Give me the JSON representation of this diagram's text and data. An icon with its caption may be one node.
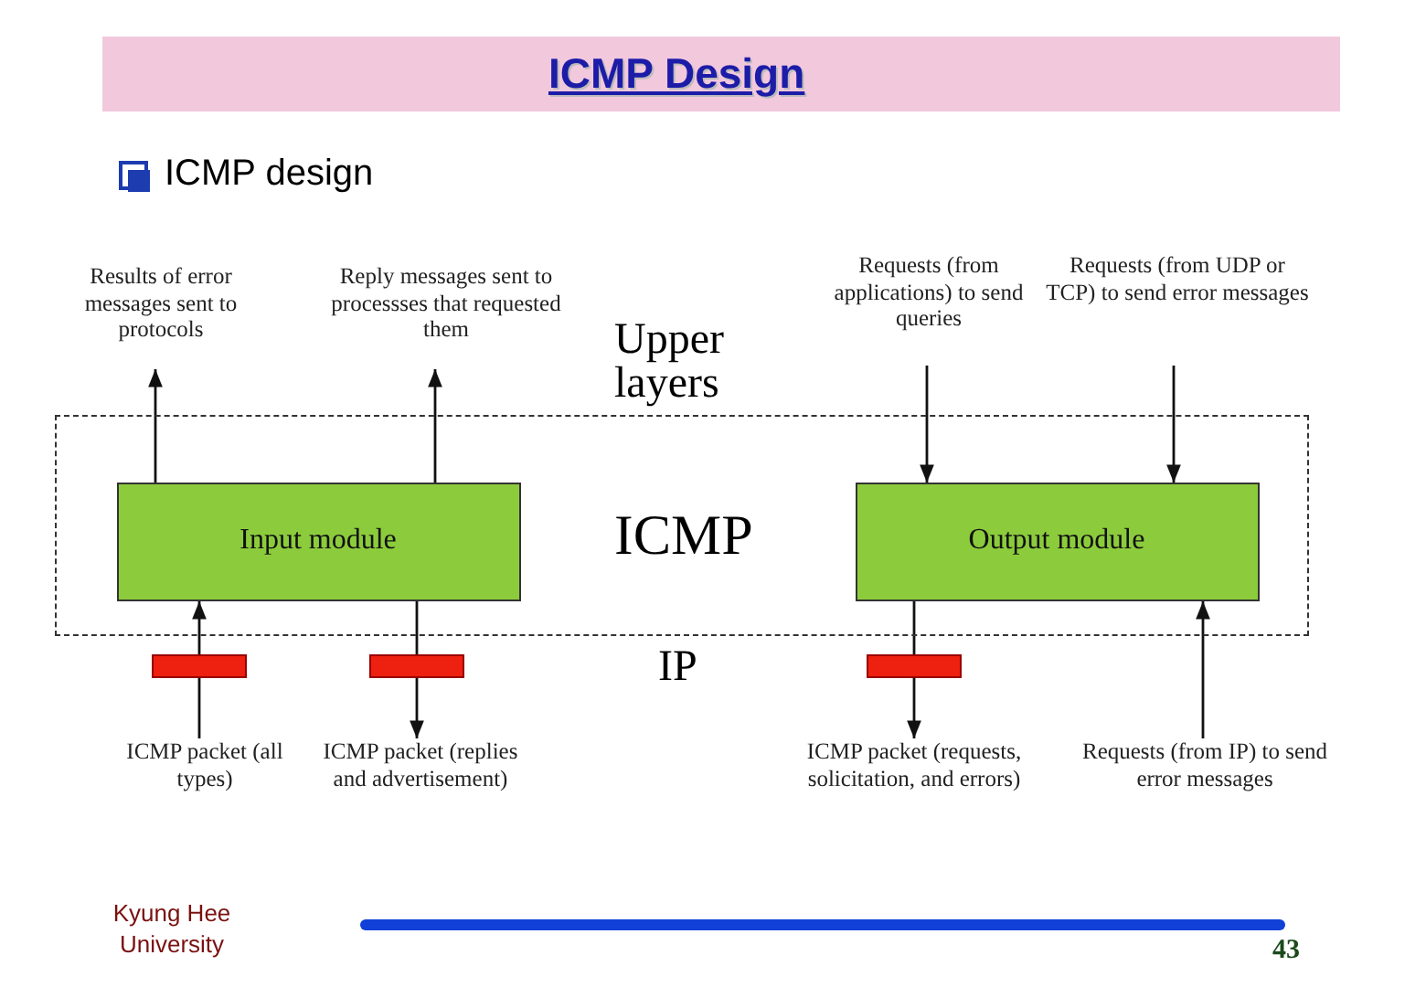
{
  "diagram": {
    "title": "ICMP Design",
    "nodes": [
      {
        "text": [
          "Results of error messages sent to protocols"
        ]
      },
      {
        "text": [
          "Reply messages sent to processses that requested them"
        ]
      },
      {
        "text": [
          "Requests (from applications) to send queries"
        ]
      },
      {
        "text": [
          "Requests (from UDP or TCP) to send error messages"
        ]
      },
      {
        "text": [
          "ICMP"
        ]
      },
      {
        "text": [
          "Input module"
        ],
        "in": 4
      },
      {
        "text": [
          "Output module"
        ],
        "in": 4
      },
      {
        "text": [],
        "shape": "bar"
      },
      {
        "text": [],
        "shape": "bar"
      },
      {
        "text": [],
        "shape": "bar"
      },
      {
        "text": [
          "ICMP  packet (all types)"
        ]
      },
      {
        "text": [
          "ICMP  packet (replies and advertisement)"
        ]
      },
      {
        "text": [
          "ICMP  packet (requests, solicitation, and errors)"
        ]
      },
      {
        "text": [
          "Requests (from IP) to send error messages"
        ]
      }
    ],
    "edges": [
      {
        "from": 5,
        "to": 0,
        "arrow": "to"
      },
      {
        "from": 5,
        "to": 1,
        "arrow": "to"
      },
      {
        "from": 2,
        "to": 6,
        "arrow": "to"
      },
      {
        "from": 3,
        "to": 6,
        "arrow": "to"
      },
      {
        "from": 10,
        "to": 7,
        "arrow": "none"
      },
      {
        "from": 7,
        "to": 5,
        "arrow": "to"
      },
      {
        "from": 5,
        "to": 8,
        "arrow": "none"
      },
      {
        "from": 8,
        "to": 11,
        "arrow": "to"
      },
      {
        "from": 6,
        "to": 9,
        "arrow": "none"
      },
      {
        "from": 9,
        "to": 12,
        "arrow": "to"
      },
      {
        "from": 13,
        "to": 6,
        "arrow": "to"
      }
    ],
    "labels": [
      "ICMP design",
      "Upper layers",
      "IP",
      "Kyung Hee University",
      "43"
    ]
  }
}
